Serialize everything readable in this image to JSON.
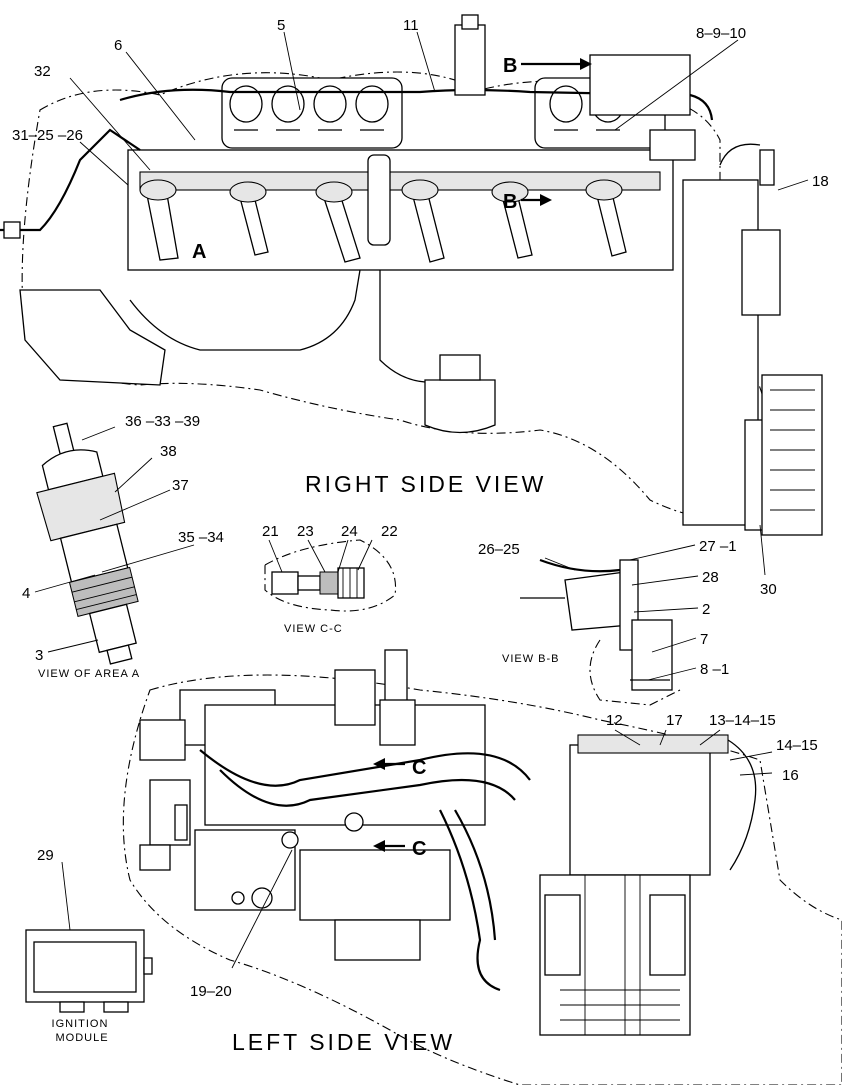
{
  "views": {
    "right_side": "RIGHT SIDE VIEW",
    "left_side": "LEFT SIDE VIEW",
    "area_a": "VIEW OF AREA A",
    "section_cc": "VIEW C-C",
    "section_bb": "VIEW B-B"
  },
  "component_label": "IGNITION\nMODULE",
  "section_markers": {
    "a": "A",
    "b": "B",
    "c": "C"
  },
  "callouts": {
    "c5": "5",
    "c6": "6",
    "c11": "11",
    "c32": "32",
    "c8_9_10": "8–9–10",
    "c31_25_26": "31–25 –26",
    "c18": "18",
    "c36_33_39": "36 –33 –39",
    "c38": "38",
    "c37": "37",
    "c35_34": "35 –34",
    "c4": "4",
    "c3": "3",
    "c21": "21",
    "c23": "23",
    "c24": "24",
    "c22": "22",
    "c26_25": "26–25",
    "c27_1": "27 –1",
    "c28": "28",
    "c2": "2",
    "c7": "7",
    "c8_1": "8 –1",
    "c30": "30",
    "c12": "12",
    "c17": "17",
    "c13_14_15": "13–14–15",
    "c14_15": "14–15",
    "c16": "16",
    "c29": "29",
    "c19_20": "19–20"
  }
}
